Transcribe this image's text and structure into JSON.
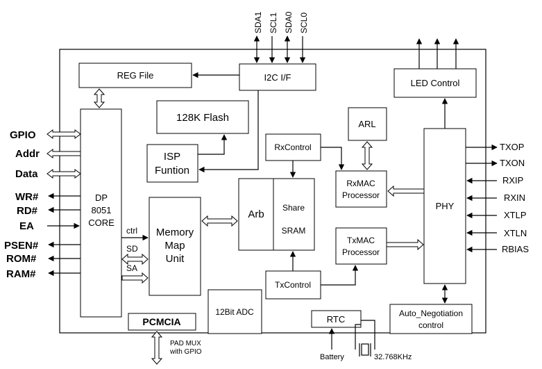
{
  "blocks": {
    "reg_file": "REG File",
    "i2c": "I2C I/F",
    "flash": "128K Flash",
    "isp_line1": "ISP",
    "isp_line2": "Funtion",
    "cpu_line1": "DP",
    "cpu_line2": "8051",
    "cpu_line3": "CORE",
    "mmu_line1": "Memory",
    "mmu_line2": "Map",
    "mmu_line3": "Unit",
    "arb": "Arb",
    "sram_line1": "Share",
    "sram_line2": "SRAM",
    "rxcontrol": "RxControl",
    "txcontrol": "TxControl",
    "arl": "ARL",
    "rxmac_line1": "RxMAC",
    "rxmac_line2": "Processor",
    "txmac_line1": "TxMAC",
    "txmac_line2": "Processor",
    "phy": "PHY",
    "led": "LED Control",
    "autoneg_line1": "Auto_Negotiation",
    "autoneg_line2": "control",
    "adc": "12Bit ADC",
    "rtc": "RTC",
    "pcmcia": "PCMCIA"
  },
  "i2c_pins": [
    "SDA1",
    "SCL1",
    "SDA0",
    "SCL0"
  ],
  "left_signals": [
    "GPIO",
    "Addr",
    "Data",
    "WR#",
    "RD#",
    "EA",
    "PSEN#",
    "ROM#",
    "RAM#"
  ],
  "right_signals": [
    "TXOP",
    "TXON",
    "RXIP",
    "RXIN",
    "XTLP",
    "XTLN",
    "RBIAS"
  ],
  "bus_labels": {
    "ctrl": "ctrl",
    "sd": "SD",
    "sa": "SA"
  },
  "bottom": {
    "padmux_line1": "PAD MUX",
    "padmux_line2": "with GPIO",
    "battery": "Battery",
    "crystal": "32.768KHz"
  }
}
